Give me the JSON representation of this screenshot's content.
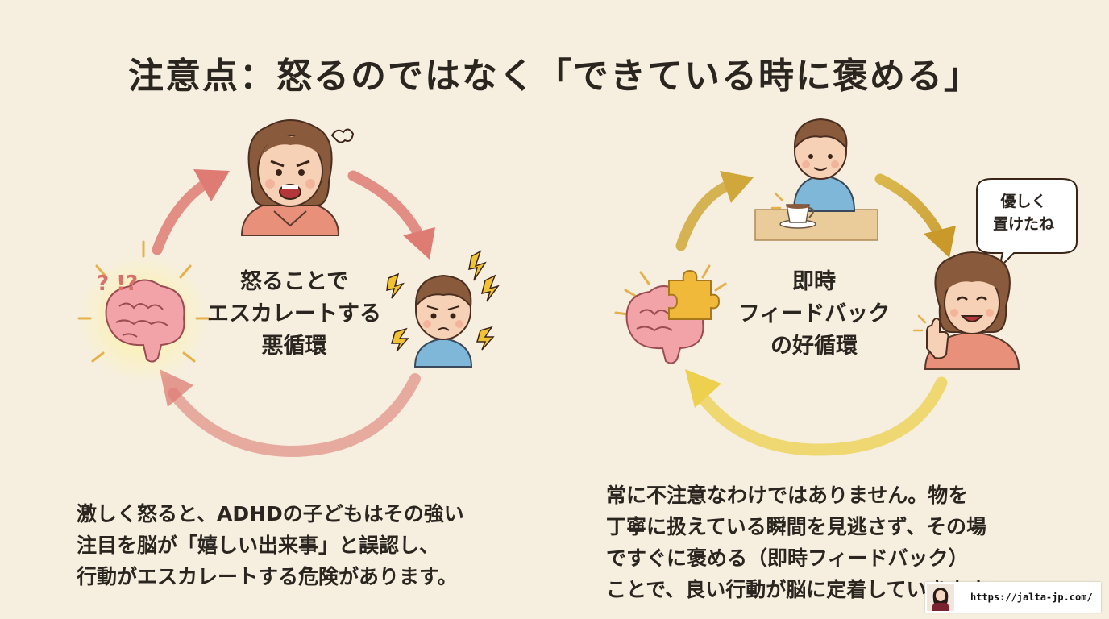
{
  "title": "注意点：怒るのではなく「できている時に褒める」",
  "left_cycle": {
    "label_lines": [
      "怒ることで",
      "エスカレートする",
      "悪循環"
    ],
    "description_lines": [
      "激しく怒ると、ADHDの子どもはその強い",
      "注目を脳が「嬉しい出来事」と誤認し、",
      "行動がエスカレートする危険があります。"
    ]
  },
  "right_cycle": {
    "label_lines": [
      "即時",
      "フィードバック",
      "の好循環"
    ],
    "speech_bubble_lines": [
      "優しく",
      "置けたね"
    ],
    "description_lines": [
      "常に不注意なわけではありません。物を",
      "丁寧に扱えている瞬間を見逃さず、その場",
      "ですぐに褒める（即時フィードバック）",
      "ことで、良い行動が脳に定着していきます。"
    ]
  },
  "left_brain_marks": "?  !?",
  "url_badge": {
    "text": "https://jalta-jp.com/"
  },
  "colors": {
    "background": "#f6efdf",
    "negative_arrow": "#de7c74",
    "positive_arrow": "#e8c44a"
  }
}
